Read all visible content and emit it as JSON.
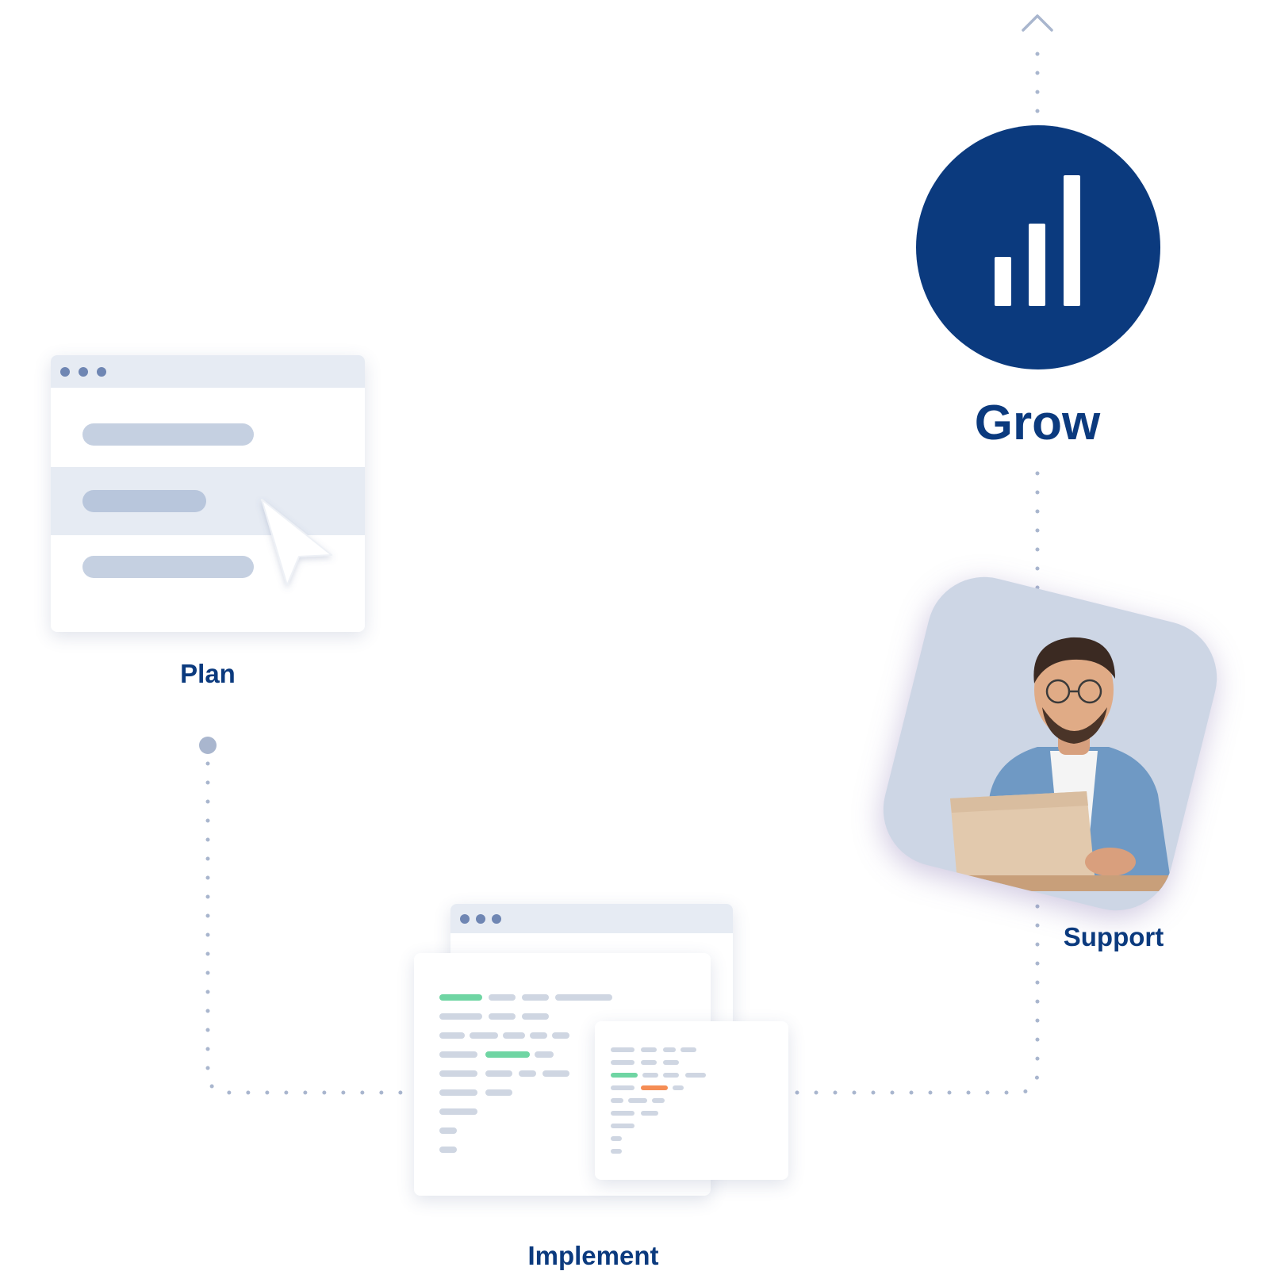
{
  "steps": {
    "plan": "Plan",
    "implement": "Implement",
    "support": "Support",
    "grow": "Grow"
  },
  "colors": {
    "brand": "#0b3a7e",
    "path": "#a9b6ce",
    "code_green": "#6fd5a3",
    "code_orange": "#f58d55"
  },
  "icons": {
    "grow": "bar-chart-icon",
    "plan_cursor": "mouse-pointer-icon",
    "arrow": "chevron-up-icon"
  }
}
